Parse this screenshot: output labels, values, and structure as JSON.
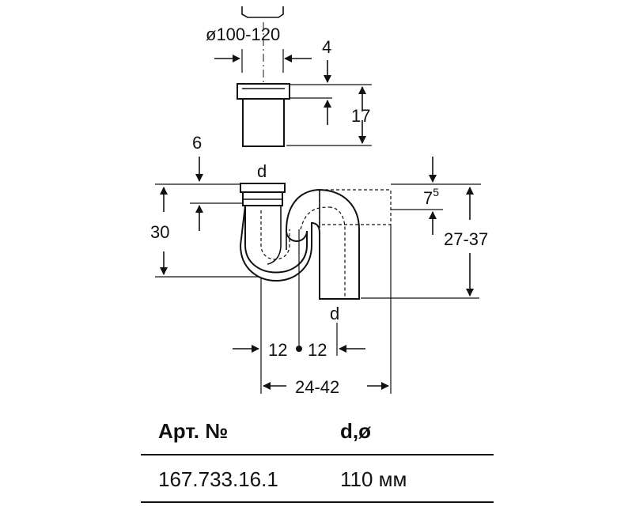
{
  "drawing": {
    "labels": {
      "diameter_range": "ø100-120",
      "dim_4": "4",
      "dim_17": "17",
      "dim_6": "6",
      "d_top": "d",
      "dim_7": "7",
      "dim_7_sup": "5",
      "dim_30": "30",
      "dim_27_37": "27-37",
      "d_bottom": "d",
      "dim_12_left": "12",
      "dim_12_right": "12",
      "dim_24_42": "24-42"
    }
  },
  "table": {
    "headers": [
      "Арт. №",
      "d,ø"
    ],
    "rows": [
      [
        "167.733.16.1",
        "110 мм"
      ]
    ]
  }
}
